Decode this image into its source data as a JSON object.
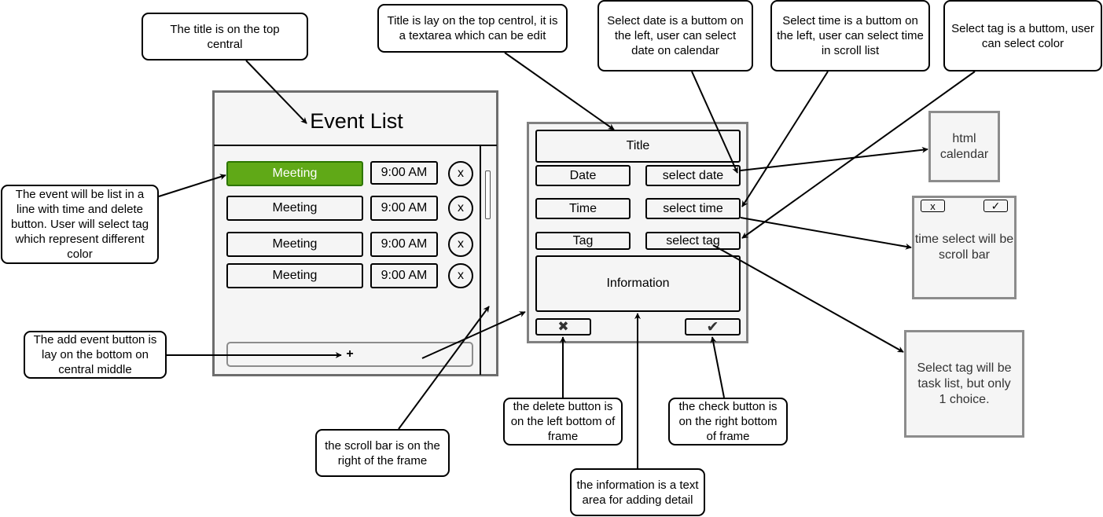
{
  "event_list": {
    "title": "Event List",
    "events": [
      {
        "name": "Meeting",
        "time": "9:00 AM",
        "delete": "x",
        "highlight": true
      },
      {
        "name": "Meeting",
        "time": "9:00 AM",
        "delete": "x",
        "highlight": false
      },
      {
        "name": "Meeting",
        "time": "9:00 AM",
        "delete": "x",
        "highlight": false
      },
      {
        "name": "Meeting",
        "time": "9:00 AM",
        "delete": "x",
        "highlight": false
      }
    ],
    "add_label": "+"
  },
  "form": {
    "title_field": "Title",
    "date_label": "Date",
    "select_date": "select date",
    "time_label": "Time",
    "select_time": "select time",
    "tag_label": "Tag",
    "select_tag": "select tag",
    "information": "Information",
    "delete_symbol": "✖",
    "check_symbol": "✔"
  },
  "side_panels": {
    "calendar": "html calendar",
    "time_cancel": "x",
    "time_check": "✓",
    "time_select": "time select will be scroll bar",
    "tag_select": "Select tag will be task list, but only 1 choice."
  },
  "notes": {
    "title_top": "The title is on the top central",
    "title_textarea": "Title is lay on the top centrol, it is a textarea which can be edit",
    "select_date": "Select date is a buttom on the left, user can select date on calendar",
    "select_time": "Select time is a buttom on the left, user can select time in scroll list",
    "select_tag": "Select tag is a buttom, user can select color",
    "event_line": "The event will be list in a line with time and delete button. User will select tag which represent different color",
    "add_button": "The add event button is lay on the bottom on central middle",
    "scroll_bar": "the scroll bar is on the right of the frame",
    "delete_button": "the delete button is on the left bottom of frame",
    "check_button": "the check button is on the right bottom of frame",
    "information": "the information is a text area for adding detail"
  },
  "colors": {
    "highlight_green": "#60a917",
    "frame_grey": "#6d6d6d",
    "fill": "#f5f5f5"
  }
}
